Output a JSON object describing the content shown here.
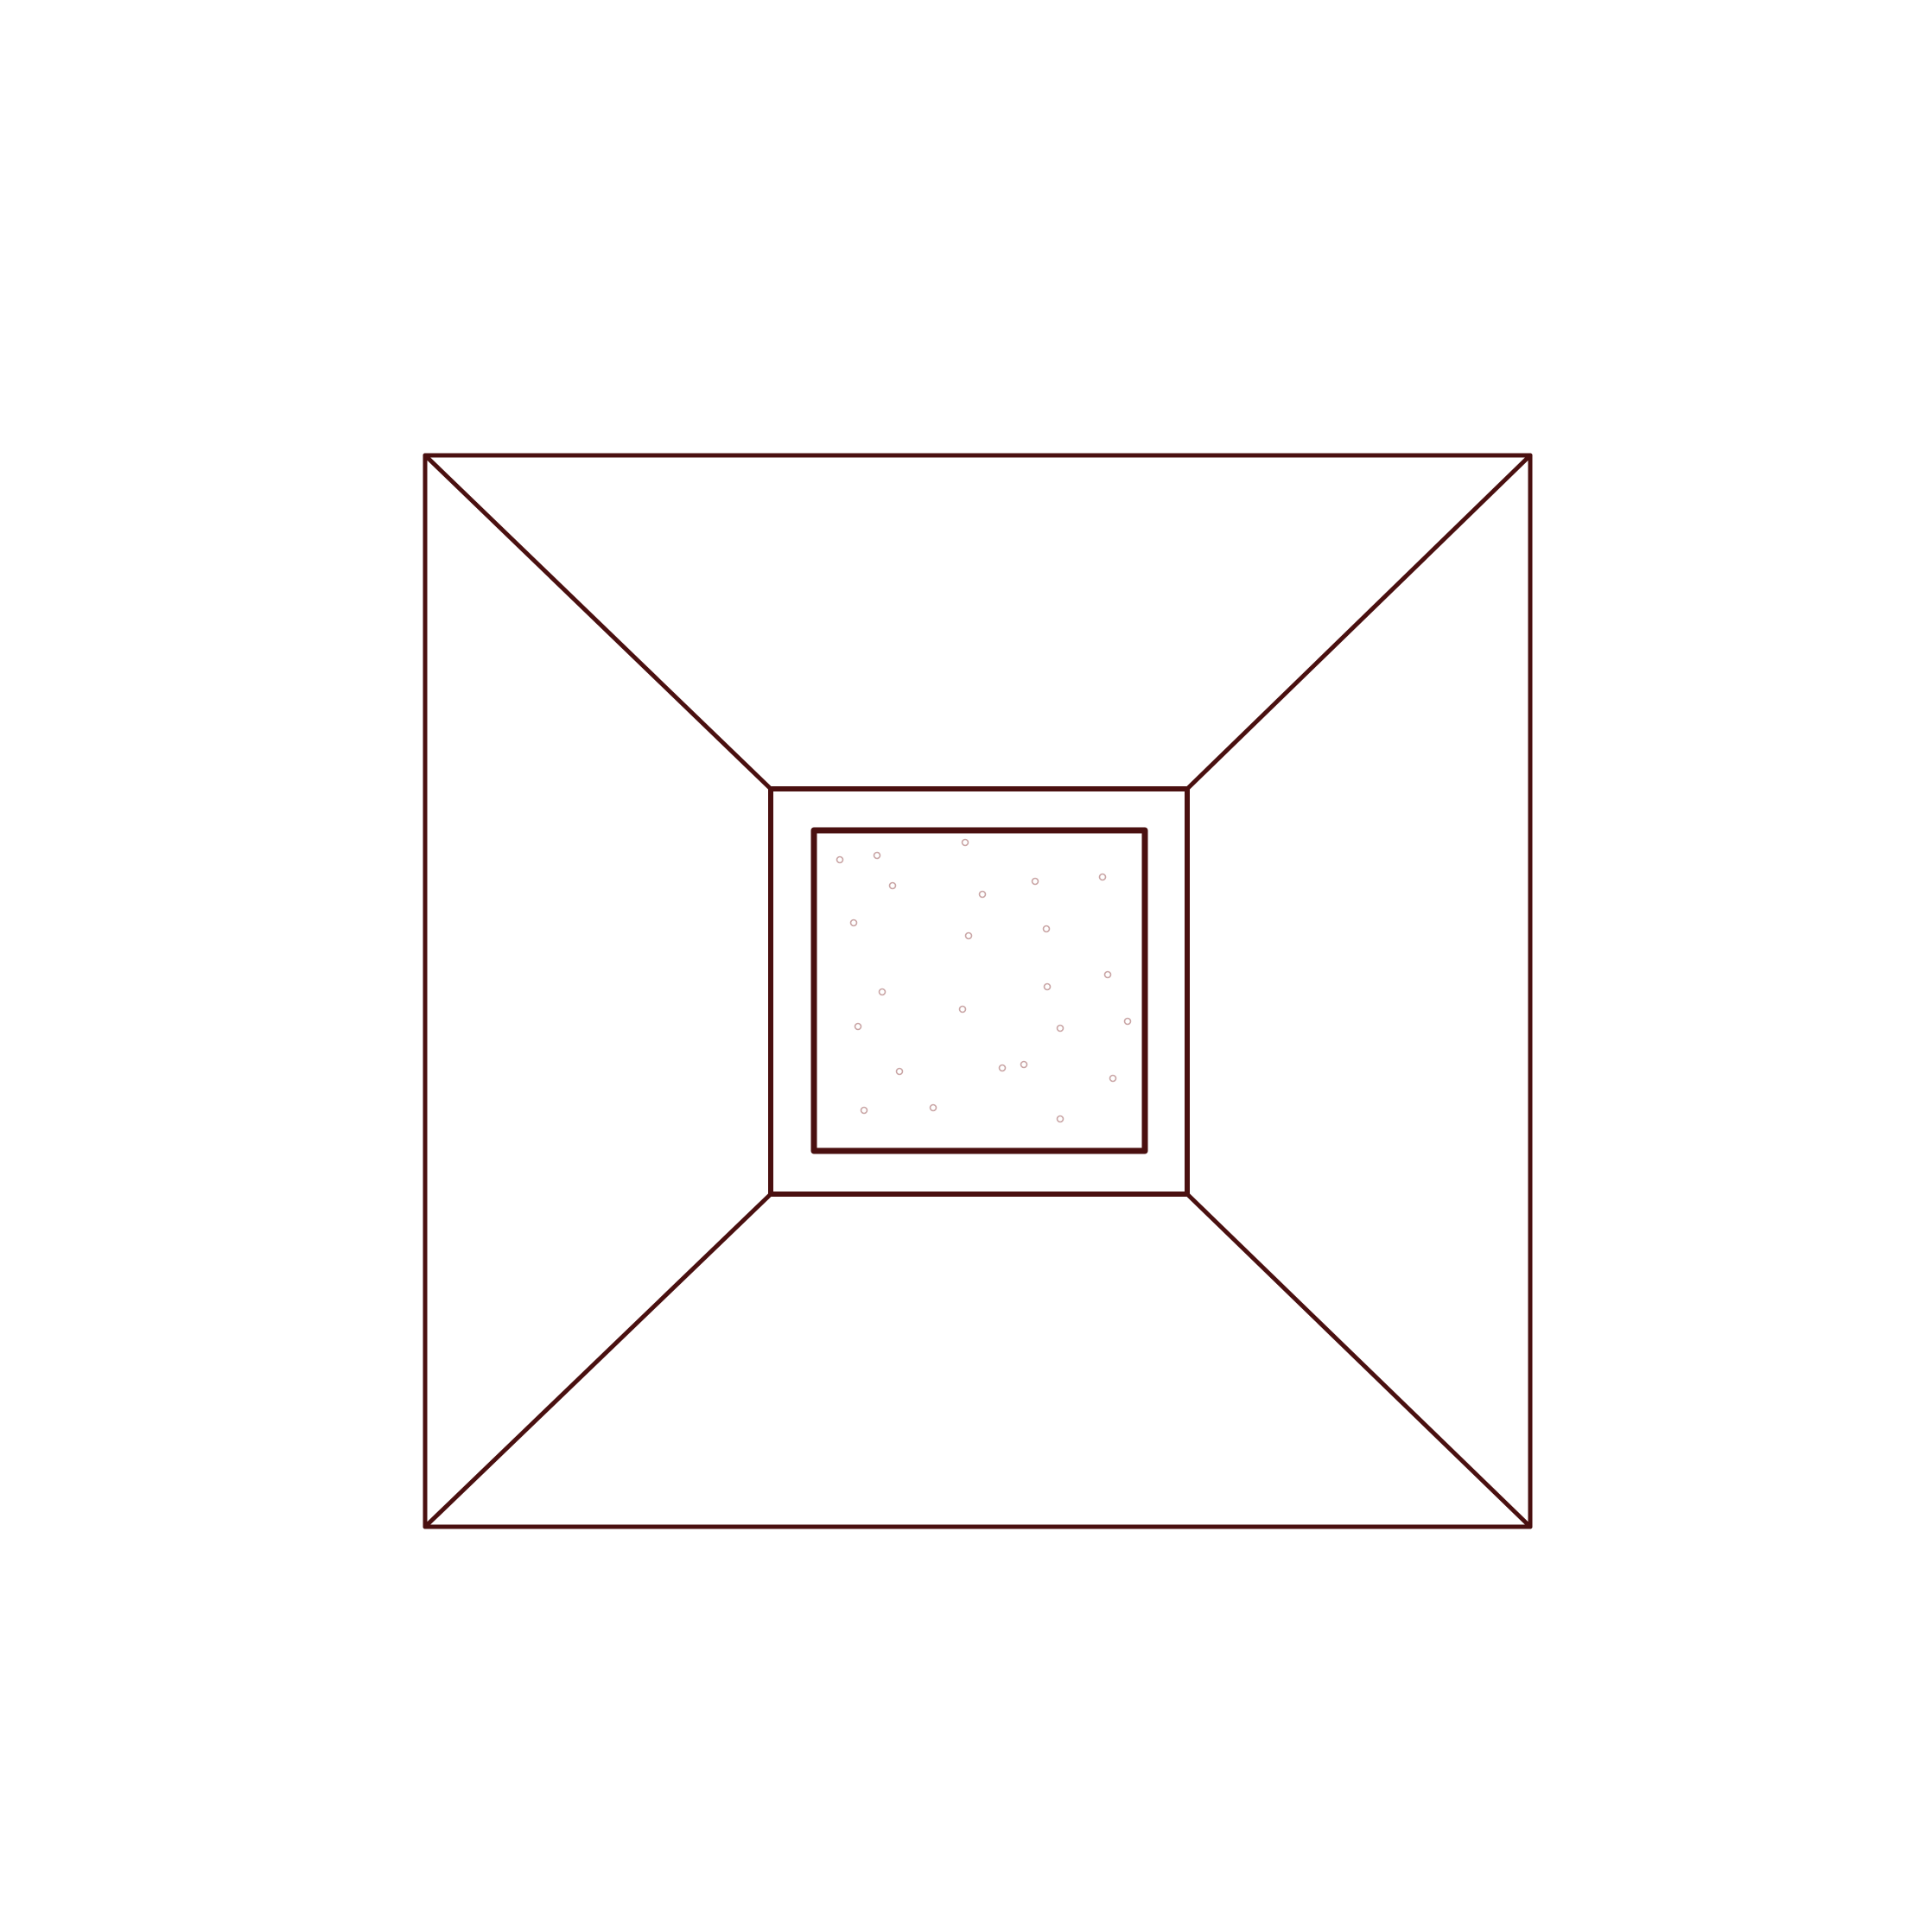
{
  "diagram": {
    "kind": "pyramid-frustum-top-view",
    "colors": {
      "line": "#4a1010",
      "speckle": "#c9a5a5",
      "background": "#ffffff"
    },
    "parts": [
      "outer-square",
      "middle-square",
      "inner-square",
      "corner-edges",
      "speckled-texture"
    ]
  }
}
